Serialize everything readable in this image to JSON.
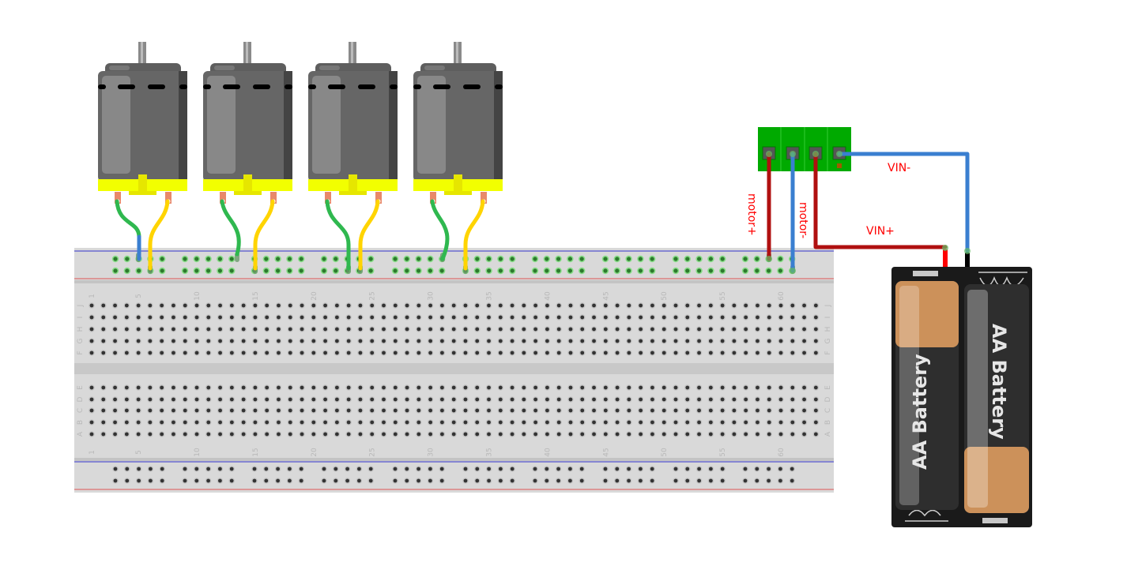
{
  "breadboard": {
    "column_count": 63,
    "column_labels": [
      "1",
      "5",
      "10",
      "15",
      "20",
      "25",
      "30",
      "35",
      "40",
      "45",
      "50",
      "55",
      "60"
    ],
    "top_rows": [
      "J",
      "I",
      "H",
      "G",
      "F"
    ],
    "bottom_rows": [
      "E",
      "D",
      "C",
      "B",
      "A"
    ],
    "colors": {
      "body": "#d9d9d9",
      "hole": "#333333",
      "rail_blue": "#3333cc",
      "rail_red": "#e05555",
      "connected_hole": "#2d7a2d"
    }
  },
  "motors": [
    {
      "id": 1
    },
    {
      "id": 2
    },
    {
      "id": 3
    },
    {
      "id": 4
    }
  ],
  "labels": {
    "motor_plus": "motor+",
    "motor_minus": "motor-",
    "vin_plus": "VIN+",
    "vin_minus": "VIN-"
  },
  "battery": {
    "cells": [
      "AA Battery",
      "AA Battery"
    ]
  },
  "colors": {
    "wire_red": "#b01010",
    "wire_blue": "#3a7fd0",
    "wire_green": "#2fb84f",
    "wire_yellow": "#ffd400",
    "terminal_green": "#00aa00",
    "label_red": "#ff0000"
  }
}
